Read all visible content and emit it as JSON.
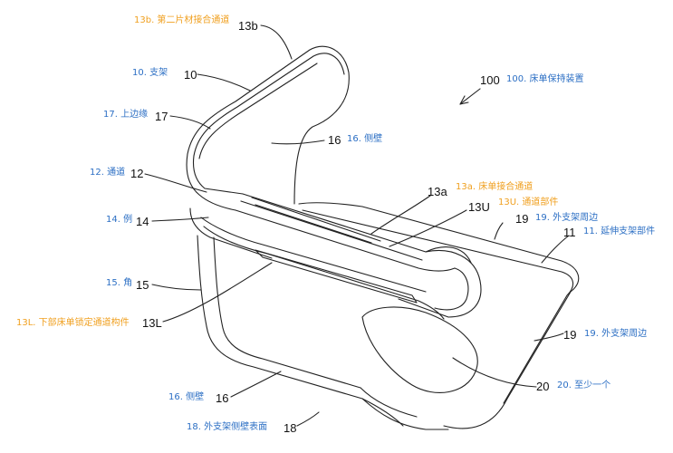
{
  "colors": {
    "annotation_blue": "#2c6fc4",
    "annotation_orange": "#f0a020",
    "line": "#222222"
  },
  "reference_numerals": {
    "r13b": "13b",
    "r10": "10",
    "r100": "100",
    "r17": "17",
    "r16_top": "16",
    "r12": "12",
    "r13a": "13a",
    "r13U": "13U",
    "r19_top": "19",
    "r11": "11",
    "r14": "14",
    "r15": "15",
    "r13L": "13L",
    "r19_right": "19",
    "r20": "20",
    "r16_bottom": "16",
    "r18": "18"
  },
  "annotations": {
    "a13b": "13b. 第二片材接合通道",
    "a10": "10. 支架",
    "a100": "100. 床单保持装置",
    "a17": "17. 上边缘",
    "a16_top": "16. 侧壁",
    "a12": "12. 通道",
    "a13a": "13a. 床单接合通道",
    "a13U": "13U. 通道部件",
    "a19_top": "19. 外支架周边",
    "a11": "11. 延伸支架部件",
    "a14": "14. 例",
    "a15": "15. 角",
    "a13L": "13L. 下部床单锁定通道构件",
    "a19_right": "19. 外支架周边",
    "a20": "20. 至少一个",
    "a16_bottom": "16. 侧壁",
    "a18": "18. 外支架侧壁表面"
  }
}
